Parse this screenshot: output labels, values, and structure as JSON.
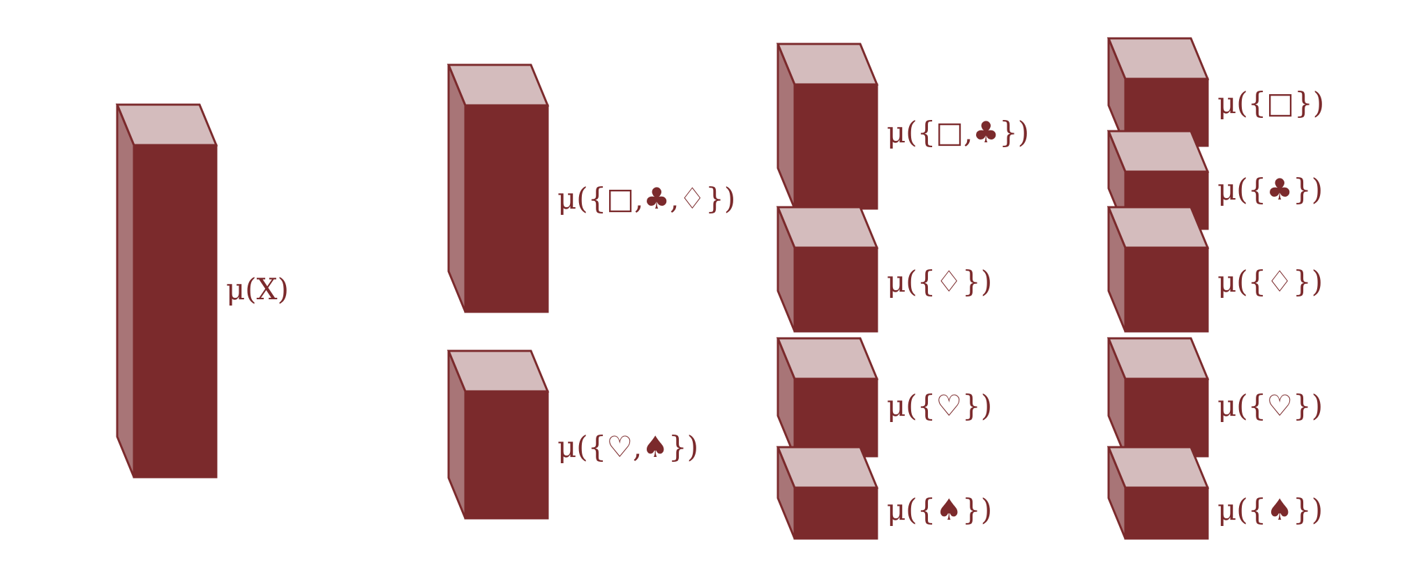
{
  "colors": {
    "front": "#7b2a2c",
    "top": "#d4bcbd",
    "side": "#a87577",
    "stroke": "#7b2a2c",
    "label": "#7b2a2c",
    "background": "#ffffff"
  },
  "columns": [
    {
      "blocks": [
        {
          "label": "μ(X)"
        }
      ]
    },
    {
      "blocks": [
        {
          "label": "μ({□,♣,♢})"
        },
        {
          "label": "μ({♡,♠})"
        }
      ]
    },
    {
      "blocks": [
        {
          "label": "μ({□,♣})"
        },
        {
          "label": "μ({♢})"
        },
        {
          "label": "μ({♡})"
        },
        {
          "label": "μ({♠})"
        }
      ]
    },
    {
      "blocks": [
        {
          "label": "μ({□})"
        },
        {
          "label": "μ({♣})"
        },
        {
          "label": "μ({♢})"
        },
        {
          "label": "μ({♡})"
        },
        {
          "label": "μ({♠})"
        }
      ]
    }
  ]
}
